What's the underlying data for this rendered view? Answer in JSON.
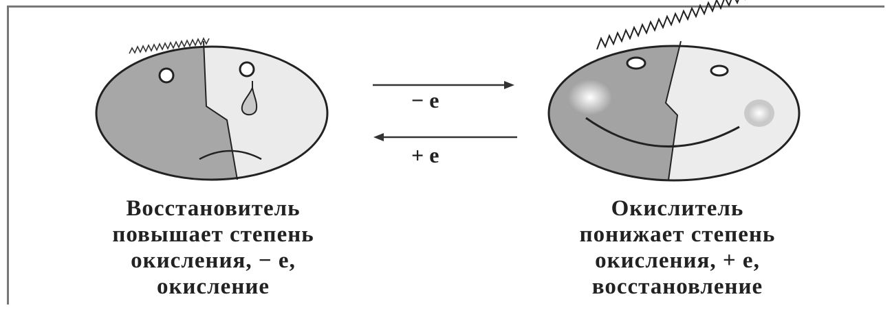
{
  "diagram": {
    "arrows": {
      "forward_label": "− e",
      "backward_label": "+ e"
    },
    "left_face": {
      "caption_lines": [
        "Восстановитель",
        "повышает степень",
        "окисления, − e,",
        "окисление"
      ]
    },
    "right_face": {
      "caption_lines": [
        "Окислитель",
        "понижает степень",
        "окисления, + e,",
        "восстановление"
      ]
    }
  }
}
